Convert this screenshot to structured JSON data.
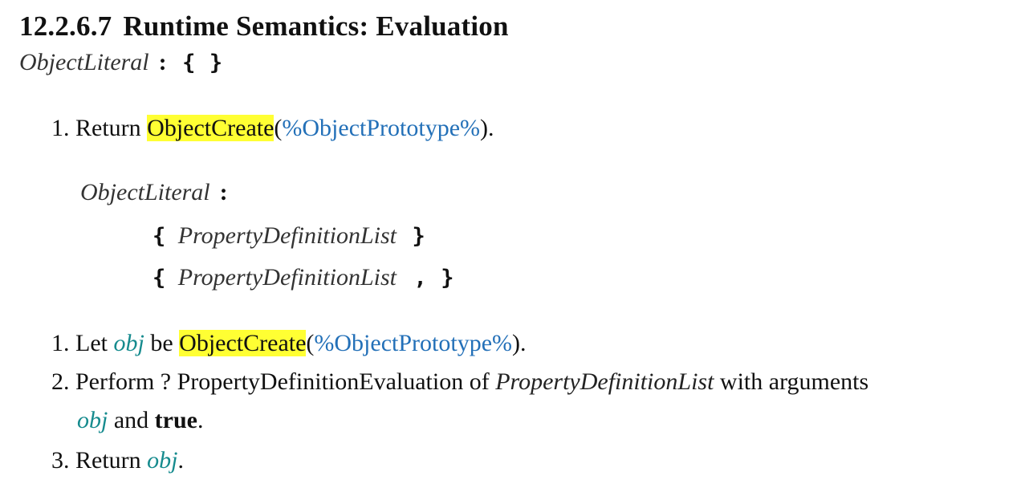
{
  "section": {
    "number": "12.2.6.7",
    "title": "Runtime Semantics: Evaluation"
  },
  "production1": {
    "nonterminal": "ObjectLiteral",
    "colon": ":",
    "rhs": [
      "{",
      "}"
    ]
  },
  "steps1": [
    {
      "num": "1.",
      "return_word": "Return",
      "op": "ObjectCreate",
      "open": "(",
      "intrinsic": "%ObjectPrototype%",
      "close": ")."
    }
  ],
  "production2": {
    "nonterminal": "ObjectLiteral",
    "colon": ":",
    "alt1": {
      "open": "{",
      "nt": "PropertyDefinitionList",
      "close": "}"
    },
    "alt2": {
      "open": "{",
      "nt": "PropertyDefinitionList",
      "comma": ",",
      "close": "}"
    }
  },
  "steps2": {
    "s1": {
      "num": "1.",
      "let": "Let",
      "var": "obj",
      "be": "be",
      "op": "ObjectCreate",
      "open": "(",
      "intrinsic": "%ObjectPrototype%",
      "close": ")."
    },
    "s2": {
      "num": "2.",
      "text_a": "Perform ? PropertyDefinitionEvaluation of",
      "nt": "PropertyDefinitionList",
      "text_b": "with arguments",
      "var": "obj",
      "and": "and",
      "true_word": "true",
      "period": "."
    },
    "s3": {
      "num": "3.",
      "return_word": "Return",
      "var": "obj",
      "period": "."
    }
  }
}
